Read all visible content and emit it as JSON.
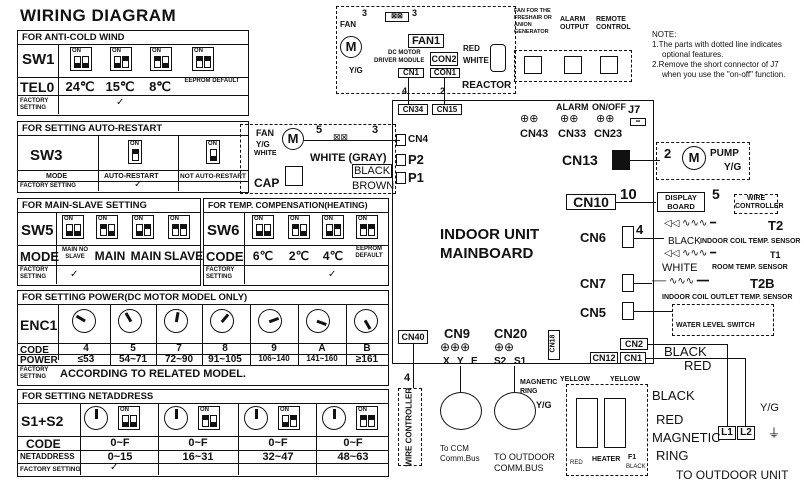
{
  "title": "WIRING DIAGRAM",
  "sw1": {
    "header": "FOR ANTI-COLD WIND",
    "name": "SW1",
    "tel": "TEL0",
    "values": [
      "24℃",
      "15℃",
      "8℃",
      "EEPROM DEFAULT"
    ],
    "factory": "FACTORY SETTING"
  },
  "sw3": {
    "header": "FOR SETTING AUTO-RESTART",
    "name": "SW3",
    "mode": "MODE",
    "opt1": "AUTO-RESTART",
    "opt2": "NOT AUTO-RESTART",
    "factory": "FACTORY SETTING"
  },
  "sw5": {
    "header": "FOR MAIN-SLAVE SETTING",
    "name": "SW5",
    "mode": "MODE",
    "values": [
      "MAIN NO SLAVE",
      "MAIN",
      "MAIN",
      "SLAVE"
    ],
    "factory": "FACTORY SETTING"
  },
  "sw6": {
    "header": "FOR TEMP. COMPENSATION(HEATING)",
    "name": "SW6",
    "code": "CODE",
    "values": [
      "6℃",
      "2℃",
      "4℃",
      "EEPROM DEFAULT"
    ],
    "factory": "FACTORY SETTING"
  },
  "enc1": {
    "header": "FOR SETTING POWER(DC MOTOR MODEL ONLY)",
    "name": "ENC1",
    "code": "CODE",
    "power": "POWER",
    "codes": [
      "4",
      "5",
      "7",
      "8",
      "9",
      "A",
      "B"
    ],
    "powers": [
      "≤53",
      "54~71",
      "72~90",
      "91~105",
      "106~140",
      "141~160",
      "≥161"
    ],
    "factory": "FACTORY SETTING",
    "according": "ACCORDING TO RELATED MODEL."
  },
  "s1s2": {
    "header": "FOR SETTING NETADDRESS",
    "name": "S1+S2",
    "code": "CODE",
    "net": "NETADDRESS",
    "codes": [
      "0~F",
      "0~F",
      "0~F",
      "0~F"
    ],
    "ranges": [
      "0~15",
      "16~31",
      "32~47",
      "48~63"
    ],
    "factory": "FACTORY SETTING"
  },
  "notes": {
    "title": "NOTE:",
    "line1": "1.The parts with dotted line indicates",
    "line1b": "optional features.",
    "line2": "2.Remove the short connector of J7",
    "line2b": "when you use the \"on-off\" function."
  },
  "top": {
    "fan": "FAN",
    "m": "M",
    "yg": "Y/G",
    "n3a": "3",
    "n3b": "3",
    "fan1": "FAN1",
    "dcmotor": "DC MOTOR",
    "driver": "DRIVER MODULE",
    "con2": "CON2",
    "cn1": "CN1",
    "con1": "CON1",
    "red": "RED",
    "white": "WHITE",
    "reactor": "REACTOR",
    "n4": "4",
    "n2": "2",
    "cn34": "CN34",
    "cn15": "CN15",
    "fresh": "FAN FOR THE FRESHAIR OR ANION GENERATOR",
    "alarmout": "ALARM OUTPUT",
    "remote": "REMOTE CONTROL",
    "cn43": "CN43",
    "alarm": "ALARM",
    "cn33": "CN33",
    "onoff": "ON/OFF",
    "cn23": "CN23",
    "j7": "J7"
  },
  "fan2": {
    "fan": "FAN",
    "yg": "Y/G",
    "white": "WHITE",
    "m": "M",
    "n5": "5",
    "n3": "3",
    "whitegray": "WHITE (GRAY)",
    "cn4": "CN4",
    "p2": "P2",
    "p1": "P1",
    "black": "BLACK",
    "brown": "BROWN",
    "cap": "CAP"
  },
  "main": {
    "l1": "INDOOR UNIT",
    "l2": "MAINBOARD"
  },
  "right": {
    "cn13": "CN13",
    "n2": "2",
    "m": "M",
    "pump": "PUMP",
    "yg": "Y/G",
    "cn10": "CN10",
    "n10": "10",
    "display": "DISPLAY BOARD",
    "n5": "5",
    "wire": "WIRE CONTROLLER",
    "cn6": "CN6",
    "n4": "4",
    "t2": "T2",
    "black": "BLACK",
    "coil": "INDOOR COIL TEMP. SENSOR",
    "white": "WHITE",
    "t1": "T1",
    "room": "ROOM TEMP. SENSOR",
    "cn7": "CN7",
    "t2b": "T2B",
    "outlet": "INDOOR COIL OUTLET TEMP. SENSOR",
    "cn5": "CN5",
    "water": "WATER LEVEL SWITCH"
  },
  "bottom": {
    "cn40": "CN40",
    "n4": "4",
    "wirectl": "WIRE CONTROLLER",
    "cn9": "CN9",
    "x": "X",
    "y": "Y",
    "e": "E",
    "cn20": "CN20",
    "s2": "S2",
    "s1": "S1",
    "cn18": "CN18",
    "magring": "MAGNETIC RING",
    "yg": "Y/G",
    "ccm": "To CCM Comm.Bus",
    "outbus": "TO OUTDOOR COMM.BUS",
    "cn2": "CN2",
    "cn12": "CN12",
    "cn1": "CN1",
    "yellow1": "YELLOW",
    "yellow2": "YELLOW",
    "black": "BLACK",
    "red": "RED",
    "black2": "BLACK",
    "red2": "RED",
    "magnetic": "MAGNETIC",
    "ring": "RING",
    "l1": "L1",
    "l2": "L2",
    "yg2": "Y/G",
    "toout": "TO OUTDOOR UNIT",
    "heater": "HEATER",
    "f1": "F1",
    "red3": "RED",
    "black3": "BLACK"
  }
}
